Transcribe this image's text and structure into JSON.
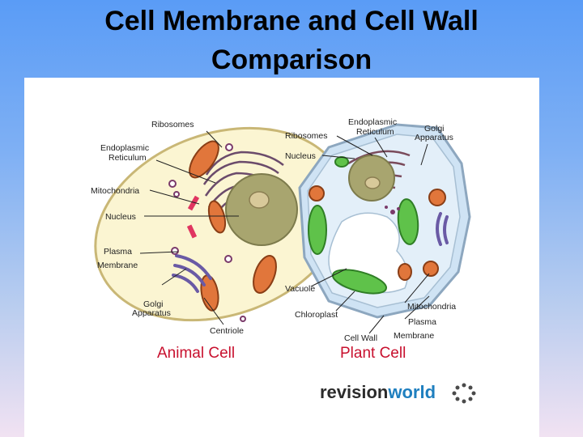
{
  "title": {
    "line1": "Cell Membrane and Cell Wall",
    "line2": "Comparison"
  },
  "animal_cell": {
    "heading": "Animal Cell",
    "labels": {
      "ribosomes": "Ribosomes",
      "er_line1": "Endoplasmic",
      "er_line2": "Reticulum",
      "mitochondria": "Mitochondria",
      "nucleus": "Nucleus",
      "plasma_line1": "Plasma",
      "plasma_line2": "Membrane",
      "golgi_line1": "Golgi",
      "golgi_line2": "Apparatus",
      "centriole": "Centriole"
    }
  },
  "plant_cell": {
    "heading": "Plant Cell",
    "labels": {
      "er_line1": "Endoplasmic",
      "er_line2": "Reticulum",
      "golgi_line1": "Golgi",
      "golgi_line2": "Apparatus",
      "ribosomes": "Ribosomes",
      "nucleus": "Nucleus",
      "vacuole": "Vacuole",
      "chloroplast": "Chloroplast",
      "mitochondria": "Mitochondria",
      "plasma_line1": "Plasma",
      "plasma_line2": "Membrane",
      "cell_wall": "Cell Wall"
    }
  },
  "brand": {
    "part1": "revision",
    "part2": "world",
    "logo_icon": "dotted-circle-icon"
  },
  "colors": {
    "animal_fill": "#fbf5d2",
    "plant_wall": "#cfe3f4",
    "heading_red": "#c8102e",
    "nucleus": "#9c9c63"
  }
}
